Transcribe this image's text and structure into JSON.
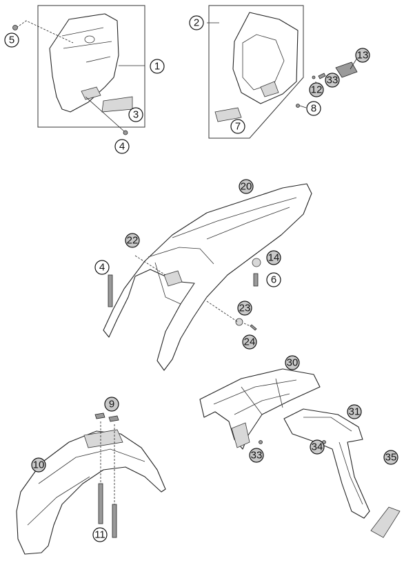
{
  "callouts": {
    "c1": "1",
    "c2": "2",
    "c3": "3",
    "c4a": "4",
    "c4b": "4",
    "c5": "5",
    "c6": "6",
    "c7": "7",
    "c8": "8",
    "c9": "9",
    "c10": "10",
    "c11": "11",
    "c12": "12",
    "c13": "13",
    "c14": "14",
    "c20": "20",
    "c22": "22",
    "c23": "23",
    "c24": "24",
    "c30": "30",
    "c31": "31",
    "c33a": "33",
    "c33b": "33",
    "c34": "34",
    "c35": "35"
  }
}
